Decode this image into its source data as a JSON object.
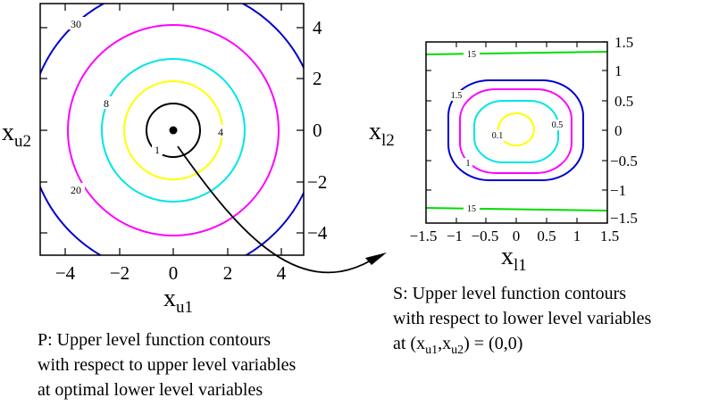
{
  "colors": {
    "black": "#000000",
    "yellow": "#ffff00",
    "cyan": "#00e5e5",
    "magenta": "#ff00ff",
    "blue": "#0000cc",
    "green": "#00dd00"
  },
  "left_plot": {
    "xlabel": "x",
    "xlabel_sub": "u1",
    "ylabel": "x",
    "ylabel_sub": "u2",
    "x_ticks": [
      "−4",
      "−2",
      "0",
      "2",
      "4"
    ],
    "y_ticks": [
      "4",
      "2",
      "0",
      "−2",
      "−4"
    ],
    "contour_labels": [
      {
        "text": "30"
      },
      {
        "text": "8"
      },
      {
        "text": "4"
      },
      {
        "text": "1"
      },
      {
        "text": "20"
      }
    ]
  },
  "right_plot": {
    "xlabel": "x",
    "xlabel_sub": "l1",
    "ylabel": "x",
    "ylabel_sub": "l2",
    "x_ticks": [
      "−1.5",
      "−1",
      "−0.5",
      "0",
      "0.5",
      "1",
      "1.5"
    ],
    "y_ticks": [
      "1.5",
      "1",
      "0.5",
      "0",
      "−0.5",
      "−1",
      "−1.5"
    ],
    "contour_labels": [
      {
        "text": "15"
      },
      {
        "text": "1.5"
      },
      {
        "text": "0.5"
      },
      {
        "text": "0.1"
      },
      {
        "text": "1"
      },
      {
        "text": "15"
      }
    ]
  },
  "captions": {
    "p_line1": "P: Upper level function contours",
    "p_line2": "with respect to upper level variables",
    "p_line3": "at optimal lower level variables",
    "s_line1": "S: Upper level function contours",
    "s_line2": "with respect to lower level variables",
    "s_line3_prefix": "at (x",
    "s_line3_sub1": "u1",
    "s_line3_mid": ",x",
    "s_line3_sub2": "u2",
    "s_line3_suffix": ") = (0,0)"
  }
}
